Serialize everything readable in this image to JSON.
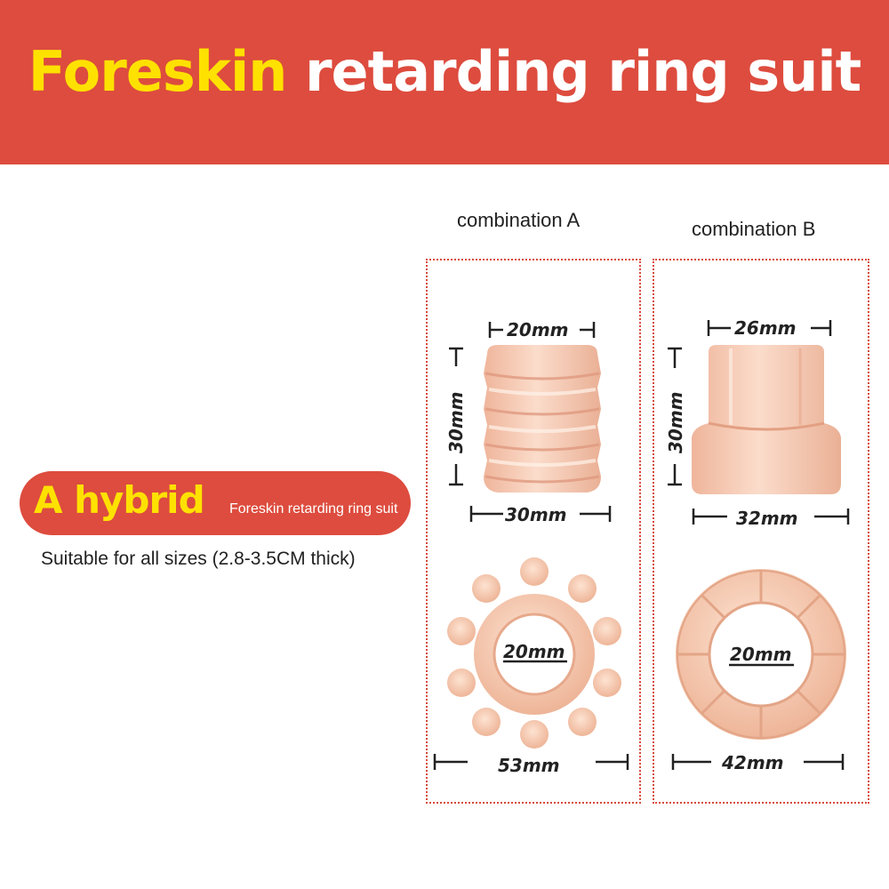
{
  "header": {
    "title_highlight": "Foreskin",
    "title_rest": "retarding ring suit",
    "background_color": "#dd4c3e",
    "highlight_color": "#ffe100"
  },
  "badge": {
    "big_text": "A hybrid",
    "small_text": "Foreskin retarding ring suit"
  },
  "suitable_text": "Suitable for all sizes (2.8-3.5CM thick)",
  "combinations": [
    {
      "label": "combination A",
      "top_ring": {
        "width": "20mm",
        "height": "30mm",
        "base": "30mm",
        "icon": "ribbed-sleeve-ring"
      },
      "bottom_ring": {
        "inner": "20mm",
        "outer": "53mm",
        "icon": "beaded-ring"
      }
    },
    {
      "label": "combination B",
      "top_ring": {
        "width": "26mm",
        "height": "30mm",
        "base": "32mm",
        "icon": "stepped-sleeve-ring"
      },
      "bottom_ring": {
        "inner": "20mm",
        "outer": "42mm",
        "icon": "padded-ring"
      }
    }
  ],
  "product_color": "#f4c7ad"
}
